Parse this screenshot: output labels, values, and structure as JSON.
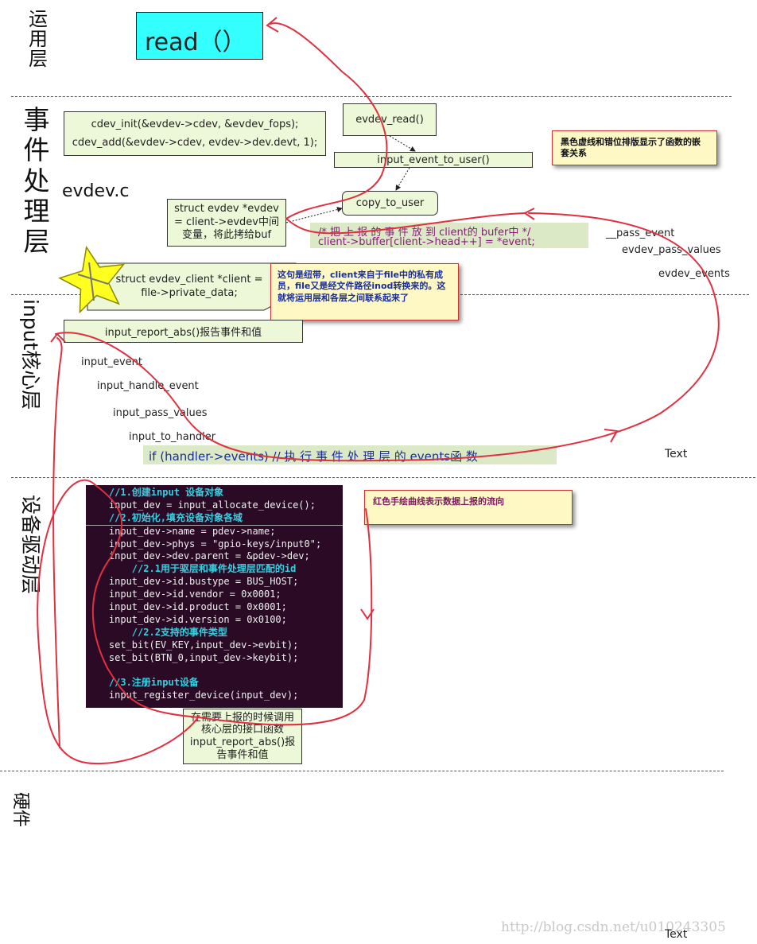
{
  "layers": {
    "app": "运用层",
    "event": "事件处理层",
    "core": "input核心层",
    "driver": "设备驱动层",
    "hardware": "硬件"
  },
  "read_box": "read（）",
  "event_layer": {
    "cdev_init": "cdev_init(&evdev->cdev, &evdev_fops);",
    "cdev_add": "cdev_add(&evdev->cdev, evdev->dev.devt, 1);",
    "evdev_read": "evdev_read()",
    "input_event_to_user": "input_event_to_user()",
    "copy_to_user": "copy_to_user",
    "evdev_file": "evdev.c",
    "struct_evdev": "struct evdev *evdev = client->evdev中间变量，将此拷给buf",
    "buffer_comment": "/* 把 上 报 的 事 件 放 到 client的 bufer中 */",
    "buffer_code": "client->buffer[client->head++] = *event;",
    "pass_event": "__pass_event",
    "evdev_pass_values": "evdev_pass_values",
    "evdev_events": "evdev_events",
    "struct_client": "struct evdev_client *client = file->private_data;"
  },
  "notes": {
    "nesting": "黑色虚线和错位排版显示了函数的嵌套关系",
    "client": "这句是纽带，client来自于file中的私有成员，file又是经文件路径inod转换来的。这就将运用层和各层之间联系起来了",
    "red_curve": "红色手绘曲线表示数据上报的流向"
  },
  "core_layer": {
    "report_abs": "input_report_abs()报告事件和值",
    "input_event": "input_event",
    "input_handle_event": "input_handle_event",
    "input_pass_values": "input_pass_values",
    "input_to_handler": "input_to_handler",
    "handler_events": "if (handler->events) // 执 行 事 件 处 理 层 的 events函 数",
    "text_label": "Text"
  },
  "driver_layer": {
    "code_lines": [
      "    //1.创建input 设备对象",
      "    input_dev = input_allocate_device();",
      "    //2.初始化,填充设备对象各域",
      "    input_dev->name = pdev->name;",
      "    input_dev->phys = \"gpio-keys/input0\";",
      "    input_dev->dev.parent = &pdev->dev;",
      "        //2.1用于驱层和事件处理层匹配的id",
      "    input_dev->id.bustype = BUS_HOST;",
      "    input_dev->id.vendor = 0x0001;",
      "    input_dev->id.product = 0x0001;",
      "    input_dev->id.version = 0x0100;",
      "        //2.2支持的事件类型",
      "    set_bit(EV_KEY,input_dev->evbit);",
      "    set_bit(BTN_0,input_dev->keybit);",
      "",
      "    //3.注册input设备",
      "    input_register_device(input_dev);"
    ],
    "report_box": "在需要上报的时候调用核心层的接口函数input_report_abs()报告事件和值"
  },
  "watermark": "http://blog.csdn.net/u010243305",
  "bottom_text": "Text",
  "colors": {
    "read_box_fill": "#33ffff",
    "green_box_fill": "#ecf8d8",
    "highlight_fill": "#dbe9c7",
    "note_fill": "#fdf8c4",
    "red_curve": "#e03040",
    "code_bg": "#2b0a26",
    "comment_color": "#35d0e0",
    "note_text_blue": "#1a2f9a",
    "star_fill": "#ffff20"
  },
  "icons": {
    "star": "star-icon"
  }
}
